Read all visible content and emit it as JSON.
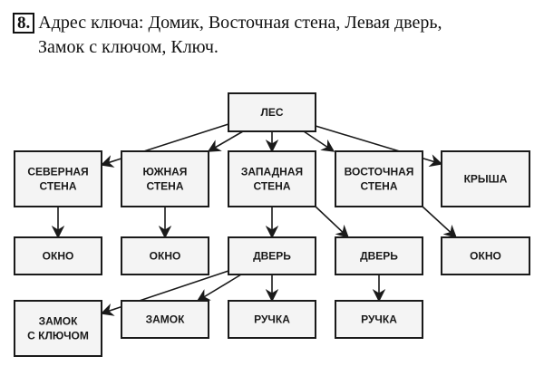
{
  "task": {
    "number": "8.",
    "line1": "Адрес ключа: Домик, Восточная стена, Левая дверь,",
    "line2": "Замок с ключом, Ключ."
  },
  "diagram": {
    "nodes": [
      {
        "id": "les",
        "lines": [
          "ЛЕС"
        ]
      },
      {
        "id": "north",
        "lines": [
          "СЕВЕРНАЯ",
          "СТЕНА"
        ]
      },
      {
        "id": "south",
        "lines": [
          "ЮЖНАЯ",
          "СТЕНА"
        ]
      },
      {
        "id": "west",
        "lines": [
          "ЗАПАДНАЯ",
          "СТЕНА"
        ]
      },
      {
        "id": "east",
        "lines": [
          "ВОСТОЧНАЯ",
          "СТЕНА"
        ]
      },
      {
        "id": "roof",
        "lines": [
          "КРЫША"
        ]
      },
      {
        "id": "window1",
        "lines": [
          "ОКНО"
        ]
      },
      {
        "id": "window2",
        "lines": [
          "ОКНО"
        ]
      },
      {
        "id": "door1",
        "lines": [
          "ДВЕРЬ"
        ]
      },
      {
        "id": "door2",
        "lines": [
          "ДВЕРЬ"
        ]
      },
      {
        "id": "window3",
        "lines": [
          "ОКНО"
        ]
      },
      {
        "id": "lockkey",
        "lines": [
          "ЗАМОК",
          "С КЛЮЧОМ"
        ]
      },
      {
        "id": "lock",
        "lines": [
          "ЗАМОК"
        ]
      },
      {
        "id": "handle1",
        "lines": [
          "РУЧКА"
        ]
      },
      {
        "id": "handle2",
        "lines": [
          "РУЧКА"
        ]
      }
    ],
    "edges": [
      {
        "from": "les",
        "to": "north"
      },
      {
        "from": "les",
        "to": "south"
      },
      {
        "from": "les",
        "to": "west"
      },
      {
        "from": "les",
        "to": "east"
      },
      {
        "from": "les",
        "to": "roof"
      },
      {
        "from": "north",
        "to": "window1"
      },
      {
        "from": "south",
        "to": "window2"
      },
      {
        "from": "west",
        "to": "door1"
      },
      {
        "from": "west",
        "to": "door2"
      },
      {
        "from": "east",
        "to": "window3"
      },
      {
        "from": "door1",
        "to": "lockkey"
      },
      {
        "from": "door1",
        "to": "lock"
      },
      {
        "from": "door1",
        "to": "handle1"
      },
      {
        "from": "door2",
        "to": "handle2"
      }
    ]
  }
}
